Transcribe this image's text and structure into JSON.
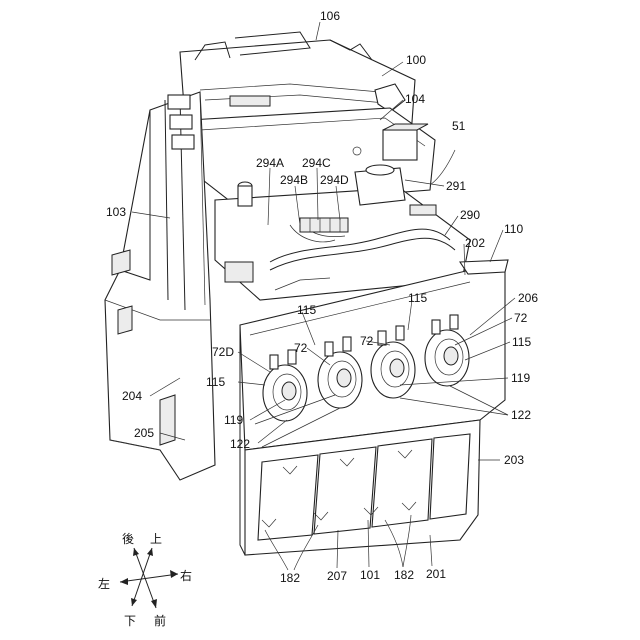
{
  "labels": {
    "l106": "106",
    "l100": "100",
    "l104": "104",
    "l51": "51",
    "l294A": "294A",
    "l294C": "294C",
    "l294B": "294B",
    "l294D": "294D",
    "l291": "291",
    "l103": "103",
    "l290": "290",
    "l110": "110",
    "l202": "202",
    "l115a": "115",
    "l115b": "115",
    "l206": "206",
    "l72a": "72",
    "l72b": "72",
    "l72c": "72",
    "l72D": "72D",
    "l115c": "115",
    "l115d": "115",
    "l119a": "119",
    "l119b": "119",
    "l122a": "122",
    "l122b": "122",
    "l204": "204",
    "l205": "205",
    "l203": "203",
    "l182a": "182",
    "l207": "207",
    "l101": "101",
    "l182b": "182",
    "l201": "201"
  },
  "directions": {
    "back": "後",
    "up": "上",
    "left": "左",
    "right": "右",
    "down": "下",
    "front": "前"
  }
}
